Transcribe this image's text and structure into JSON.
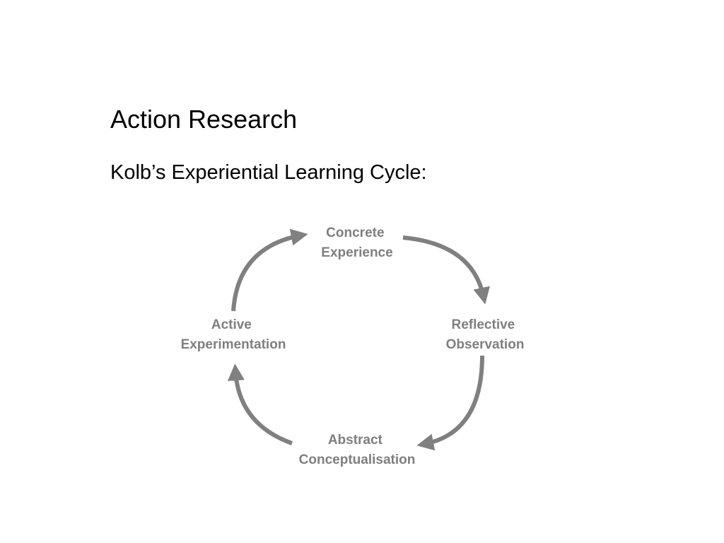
{
  "slide": {
    "title": "Action Research",
    "subtitle": "Kolb’s Experiential Learning Cycle:"
  },
  "cycle": {
    "color": "#808080",
    "stages": [
      {
        "id": "concrete-experience",
        "line1": "Concrete",
        "line2": "Experience"
      },
      {
        "id": "reflective-observation",
        "line1": "Reflective",
        "line2": "Observation"
      },
      {
        "id": "abstract-conceptualisation",
        "line1": "Abstract",
        "line2": "Conceptualisation"
      },
      {
        "id": "active-experimentation",
        "line1": "Active",
        "line2": "Experimentation"
      }
    ]
  }
}
